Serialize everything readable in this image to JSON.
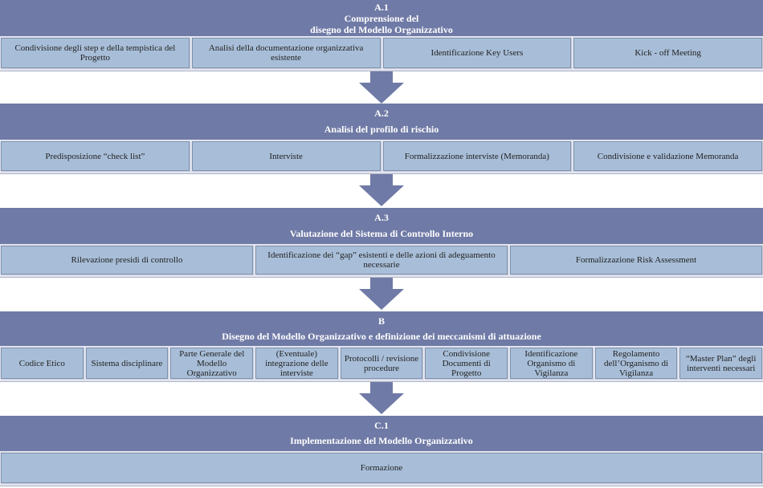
{
  "sections": [
    {
      "code": "A.1",
      "title_lines": [
        "Comprensione del",
        "disegno del Modello Organizzativo"
      ],
      "items": [
        "Condivisione degli step e della tempistica del Progetto",
        "Analisi della documentazione organizzativa esistente",
        "Identificazione Key Users",
        "Kick -  off Meeting"
      ]
    },
    {
      "code": "A.2",
      "title_lines": [
        "Analisi del profilo di rischio"
      ],
      "items": [
        "Predisposizione “check list”",
        "Interviste",
        "Formalizzazione interviste (Memoranda)",
        "Condivisione e validazione  Memoranda"
      ]
    },
    {
      "code": "A.3",
      "title_lines": [
        "Valutazione del Sistema di Controllo Interno"
      ],
      "items": [
        "Rilevazione presidi di controllo",
        "Identificazione dei “gap” esistenti e delle azioni di adeguamento necessarie",
        "Formalizzazione Risk Assessment"
      ]
    },
    {
      "code": "B",
      "title_lines": [
        "Disegno del Modello Organizzativo e definizione dei meccanismi di attuazione"
      ],
      "items": [
        "Codice Etico",
        "Sistema disciplinare",
        "Parte Generale del Modello Organizzativo",
        "(Eventuale) integrazione delle interviste",
        "Protocolli / revisione procedure",
        "Condivisione Documenti di Progetto",
        "Identificazione Organismo di Vigilanza",
        "Regolamento dell’Organismo di Vigilanza",
        "“Master Plan” degli interventi necessari"
      ]
    },
    {
      "code": "C.1",
      "title_lines": [
        "Implementazione del Modello Organizzativo"
      ],
      "items": [
        "Formazione"
      ]
    }
  ],
  "colors": {
    "header": "#6f7aa6",
    "cell": "#a8bed8",
    "row_bg": "#e2e5ef",
    "arrow": "#6f7aa6"
  },
  "arrow_icon": "down-arrow-icon"
}
